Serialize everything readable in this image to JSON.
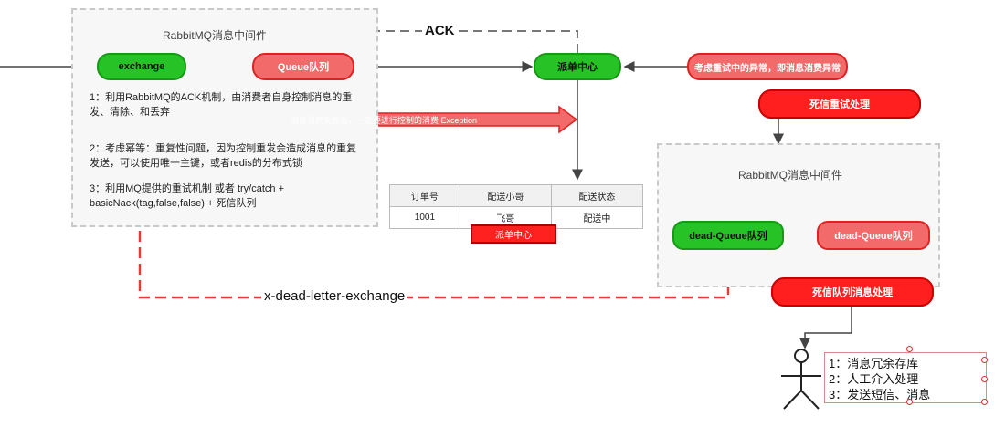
{
  "diagram": {
    "box1_title": "RabbitMQ消息中间件",
    "box2_title": "RabbitMQ消息中间件",
    "ack_label": "ACK",
    "dlx_label": "x-dead-letter-exchange",
    "nodes": {
      "exchange": "exchange",
      "queue": "Queue队列",
      "dispatch": "派单中心",
      "retry_fail": "考虑重试中的异常，即消息消费异常",
      "dead_retry": "死信重试处理",
      "dead_queue1": "dead-Queue队列",
      "dead_queue2": "dead-Queue队列",
      "dead_consume": "死信队列消息处理"
    },
    "notes": [
      "1：利用RabbitMQ的ACK机制，由消费者自身控制消息的重发、清除、和丢弃",
      "2：考虑幂等：重复性问题，因为控制重发会造成消息的重复发送，可以使用唯一主键，或者redis的分布式锁",
      "3：利用MQ提供的重试机制 或者 try/catch + basicNack(tag,false,false) + 死信队列"
    ],
    "arrow_text": "消息消费失败后，一定要进行控制的消费 Exception",
    "table": {
      "headers": [
        "订单号",
        "配送小哥",
        "配送状态"
      ],
      "rows": [
        [
          "1001",
          "飞哥",
          "配送中"
        ]
      ]
    },
    "table_tag": "派单中心",
    "actions": [
      "1：消息冗余存库",
      "2：人工介入处理",
      "3：发送短信、消息"
    ],
    "colors": {
      "green": "#26c226",
      "pink": "#f36a6a",
      "red": "#ff1f1f",
      "dash": "#777777"
    }
  }
}
